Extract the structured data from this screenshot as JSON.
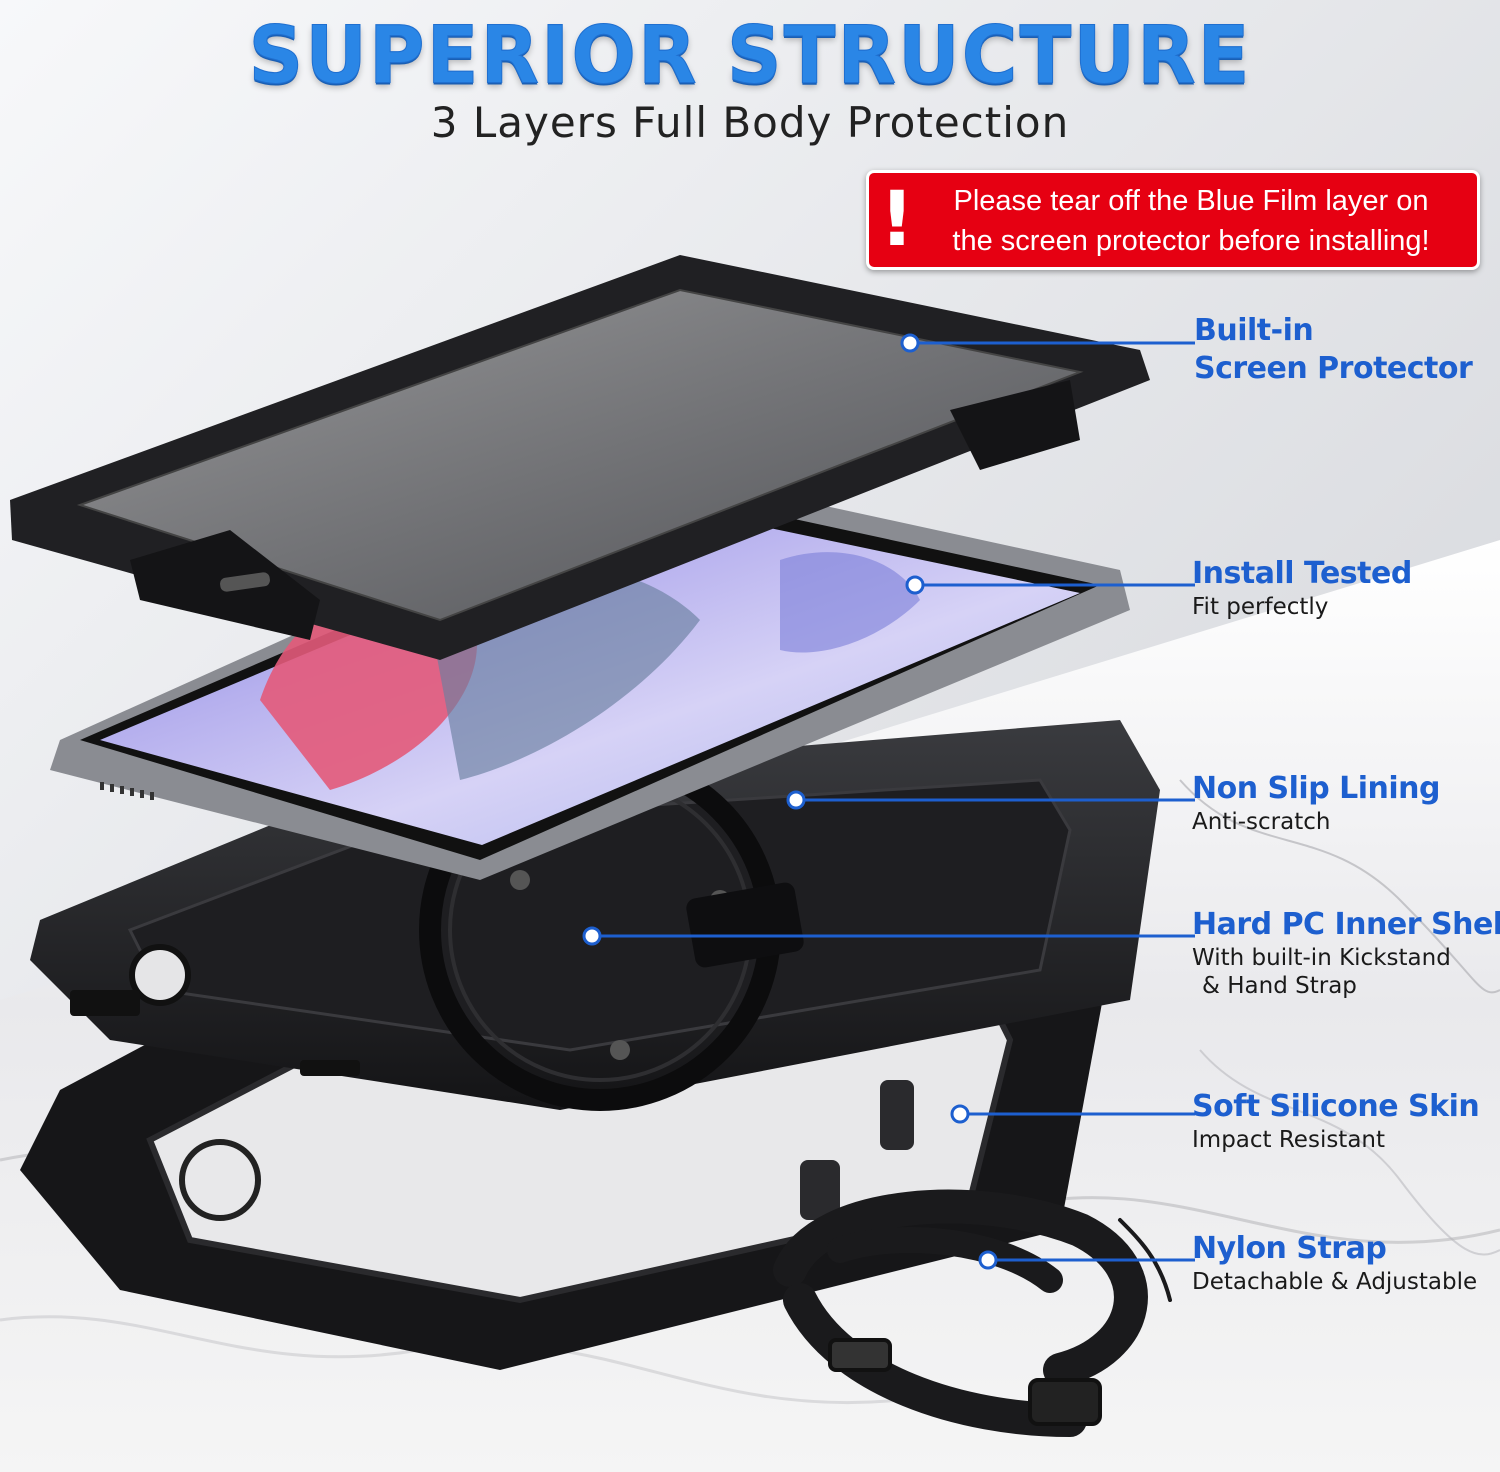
{
  "header": {
    "title": "SUPERIOR STRUCTURE",
    "subtitle": "3 Layers Full Body Protection"
  },
  "warning": {
    "icon": "exclamation-icon",
    "line1": "Please tear off the Blue Film layer on",
    "line2": "the screen protector before installing!"
  },
  "callouts": [
    {
      "title_line1": "Built-in",
      "title_line2": "Screen Protector"
    },
    {
      "title": "Install Tested",
      "desc": "Fit perfectly"
    },
    {
      "title": "Non Slip Lining",
      "desc": "Anti-scratch"
    },
    {
      "title": "Hard PC Inner Shell",
      "desc_line1": "With built-in Kickstand",
      "desc_line2": "& Hand Strap"
    },
    {
      "title": "Soft Silicone Skin",
      "desc": "Impact Resistant"
    },
    {
      "title": "Nylon Strap",
      "desc": "Detachable & Adjustable"
    }
  ],
  "colors": {
    "title_blue": "#2a86e6",
    "callout_blue": "#1d5fcf",
    "warning_red": "#e60012"
  }
}
